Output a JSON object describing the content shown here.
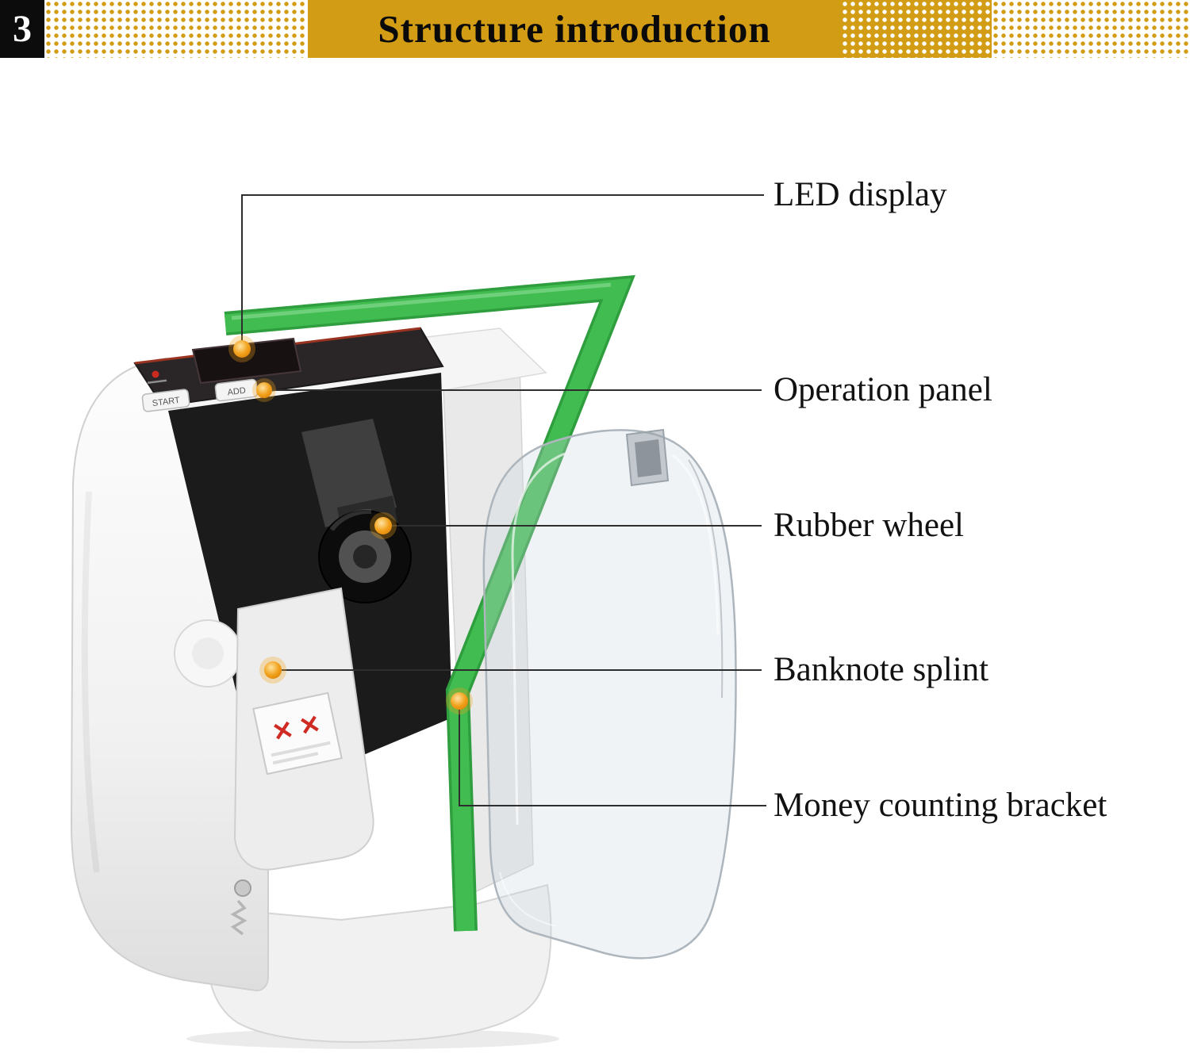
{
  "page": {
    "number": "3",
    "title": "Structure introduction"
  },
  "callouts": {
    "led_display": "LED display",
    "operation_panel": "Operation panel",
    "rubber_wheel": "Rubber wheel",
    "banknote_splint": "Banknote splint",
    "money_counting_bracket": "Money counting bracket"
  },
  "machine": {
    "button_start": "START",
    "button_add": "ADD",
    "sticker_marks": "✕ ✕"
  },
  "colors": {
    "header_gold": "#d29c14",
    "callout_dot_orange": "#f2a11b",
    "bracket_green": "#41bc50",
    "line_color": "#2e2e2e"
  }
}
